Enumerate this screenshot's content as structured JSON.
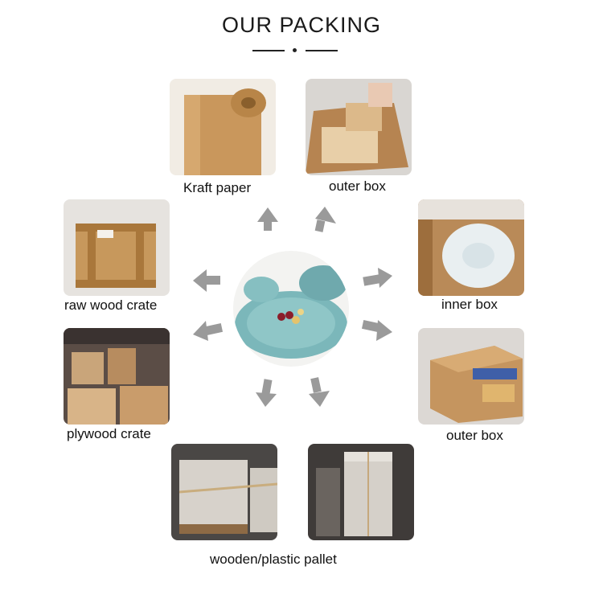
{
  "header": {
    "title": "OUR PACKING"
  },
  "items": [
    {
      "label": "Kraft paper"
    },
    {
      "label": "outer box"
    },
    {
      "label": "raw wood crate"
    },
    {
      "label": "inner box"
    },
    {
      "label": "plywood crate"
    },
    {
      "label": "outer box"
    },
    {
      "label": "wooden/plastic pallet"
    }
  ],
  "colors": {
    "kraft": "#c99a62",
    "plate": "#8fc6c7",
    "arrow": "#9a9a9a"
  }
}
